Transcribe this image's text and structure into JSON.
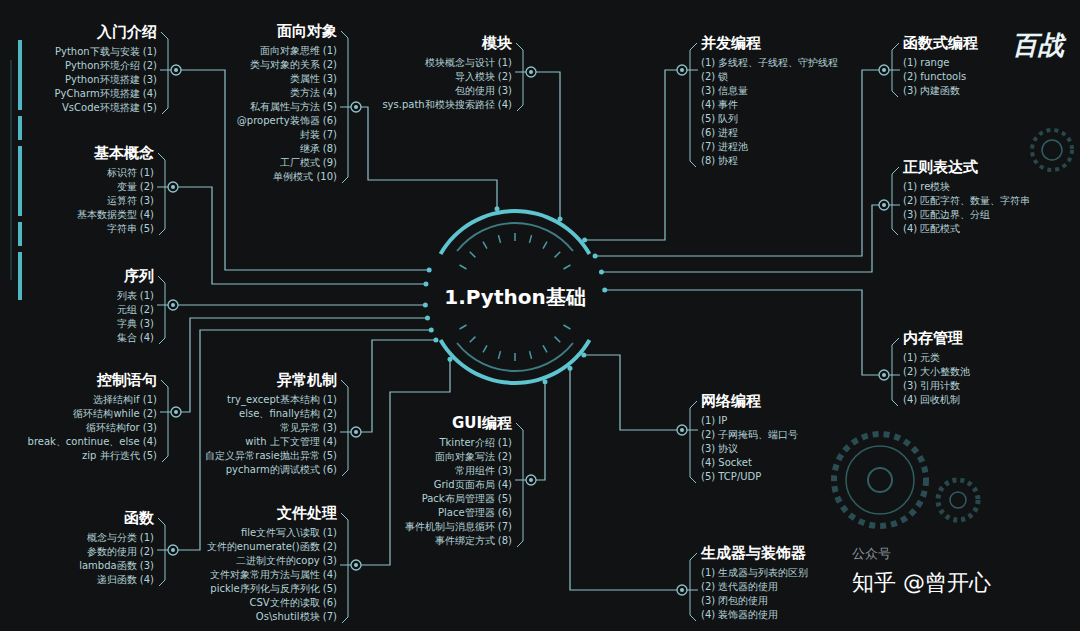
{
  "diagram": {
    "nodes": [
      {
        "text": [
          "1.Python基础"
        ]
      },
      {
        "text": [
          "入门介绍",
          "Python下载与安装 (1)",
          "Python环境介绍 (2)",
          "Python环境搭建 (3)",
          "PyCharm环境搭建 (4)",
          "VsCode环境搭建 (5)"
        ]
      },
      {
        "text": [
          "基本概念",
          "标识符 (1)",
          "变量 (2)",
          "运算符 (3)",
          "基本数据类型 (4)",
          "字符串 (5)"
        ]
      },
      {
        "text": [
          "序列",
          "列表 (1)",
          "元组 (2)",
          "字典 (3)",
          "集合 (4)"
        ]
      },
      {
        "text": [
          "控制语句",
          "选择结构if (1)",
          "循环结构while (2)",
          "循环结构for (3)",
          "break、continue、else (4)",
          "zip 并行迭代 (5)"
        ]
      },
      {
        "text": [
          "函数",
          "概念与分类 (1)",
          "参数的使用 (2)",
          "lambda函数 (3)",
          "递归函数 (4)"
        ]
      },
      {
        "text": [
          "面向对象",
          "面向对象思维 (1)",
          "类与对象的关系 (2)",
          "类属性 (3)",
          "类方法 (4)",
          "私有属性与方法 (5)",
          "@property装饰器 (6)",
          "封装 (7)",
          "继承 (8)",
          "工厂模式 (9)",
          "单例模式 (10)"
        ]
      },
      {
        "text": [
          "异常机制",
          "try_except基本结构 (1)",
          "else、finally结构 (2)",
          "常见异常 (3)",
          "with 上下文管理 (4)",
          "自定义异常rasie抛出异常 (5)",
          "pycharm的调试模式 (6)"
        ]
      },
      {
        "text": [
          "文件处理",
          "file文件写入\\读取 (1)",
          "文件的enumerate()函数 (2)",
          "二进制文件的copy (3)",
          "文件对象常用方法与属性 (4)",
          "pickle序列化与反序列化 (5)",
          "CSV文件的读取 (6)",
          "Os\\shutil模块 (7)"
        ]
      },
      {
        "text": [
          "模块",
          "模块概念与设计 (1)",
          "导入模块 (2)",
          "包的使用 (3)",
          "sys.path和模块搜索路径 (4)"
        ]
      },
      {
        "text": [
          "GUI编程",
          "Tkinter介绍 (1)",
          "面向对象写法 (2)",
          "常用组件 (3)",
          "Grid页面布局 (4)",
          "Pack布局管理器 (5)",
          "Place管理器 (6)",
          "事件机制与消息循环 (7)",
          "事件绑定方式 (8)"
        ]
      },
      {
        "text": [
          "并发编程",
          "(1) 多线程、子线程、守护线程",
          "(2) 锁",
          "(3) 信息量",
          "(4) 事件",
          "(5) 队列",
          "(6) 进程",
          "(7) 进程池",
          "(8) 协程"
        ]
      },
      {
        "text": [
          "函数式编程",
          "(1) range",
          "(2) functools",
          "(3) 内建函数"
        ]
      },
      {
        "text": [
          "正则表达式",
          "(1) re模块",
          "(2) 匹配字符、数量、字符串",
          "(3) 匹配边界、分组",
          "(4) 匹配模式"
        ]
      },
      {
        "text": [
          "内存管理",
          "(1) 元类",
          "(2) 大小整数池",
          "(3) 引用计数",
          "(4) 回收机制"
        ]
      },
      {
        "text": [
          "网络编程",
          "(1) IP",
          "(2) 子网掩码、端口号",
          "(3) 协议",
          "(4) Socket",
          "(5) TCP/UDP"
        ]
      },
      {
        "text": [
          "生成器与装饰器",
          "(1) 生成器与列表的区别",
          "(2) 迭代器的使用",
          "(3) 闭包的使用",
          "(4) 装饰器的使用"
        ]
      }
    ],
    "edges": [
      {
        "from": 1,
        "to": 0,
        "arrow": "none"
      },
      {
        "from": 2,
        "to": 0,
        "arrow": "none"
      },
      {
        "from": 3,
        "to": 0,
        "arrow": "none"
      },
      {
        "from": 4,
        "to": 0,
        "arrow": "none"
      },
      {
        "from": 5,
        "to": 0,
        "arrow": "none"
      },
      {
        "from": 6,
        "to": 0,
        "arrow": "none"
      },
      {
        "from": 7,
        "to": 0,
        "arrow": "none"
      },
      {
        "from": 8,
        "to": 0,
        "arrow": "none"
      },
      {
        "from": 9,
        "to": 0,
        "arrow": "none"
      },
      {
        "from": 10,
        "to": 0,
        "arrow": "none"
      },
      {
        "from": 11,
        "to": 0,
        "arrow": "none"
      },
      {
        "from": 12,
        "to": 0,
        "arrow": "none"
      },
      {
        "from": 13,
        "to": 0,
        "arrow": "none"
      },
      {
        "from": 14,
        "to": 0,
        "arrow": "none"
      },
      {
        "from": 15,
        "to": 0,
        "arrow": "none"
      },
      {
        "from": 16,
        "to": 0,
        "arrow": "none"
      }
    ],
    "labels": [
      "百战",
      "公众号",
      "知乎 @曾开心"
    ]
  }
}
